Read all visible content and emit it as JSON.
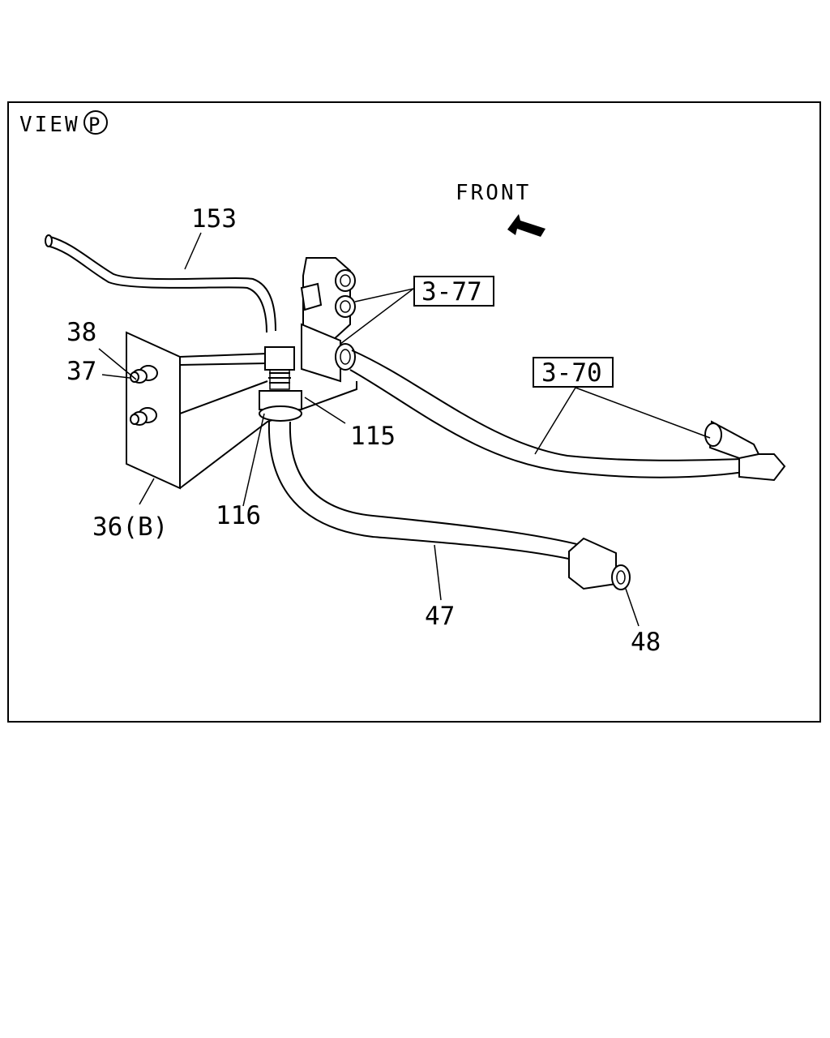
{
  "view_label": "VIEW",
  "view_circle_letter": "P",
  "front_label": "FRONT",
  "callouts": {
    "c153": "153",
    "c38": "38",
    "c37": "37",
    "c36b": "36(B)",
    "c116": "116",
    "c115": "115",
    "c377": "3-77",
    "c370": "3-70",
    "c47": "47",
    "c48": "48"
  }
}
